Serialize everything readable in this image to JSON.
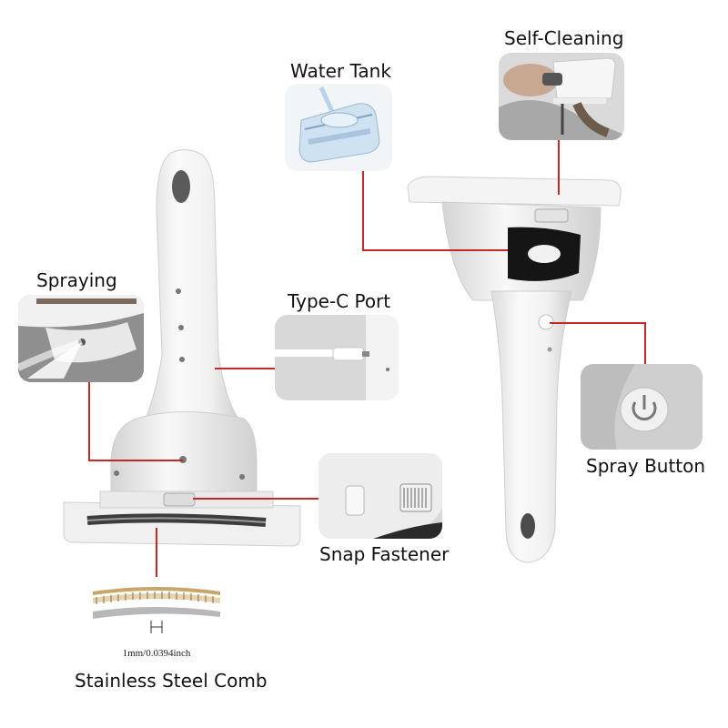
{
  "labels": {
    "self_cleaning": "Self-Cleaning",
    "water_tank": "Water Tank",
    "spraying": "Spraying",
    "type_c_port": "Type-C Port",
    "spray_button": "Spray Button",
    "snap_fastener": "Snap Fastener",
    "stainless_steel_comb": "Stainless Steel Comb"
  },
  "comb_gap": "1mm/0.0394inch",
  "colors": {
    "callout_line": "#c62828",
    "device_body": "#f2f2f2",
    "device_shadow": "#d6d6d6",
    "window": "#1a1a1a"
  }
}
